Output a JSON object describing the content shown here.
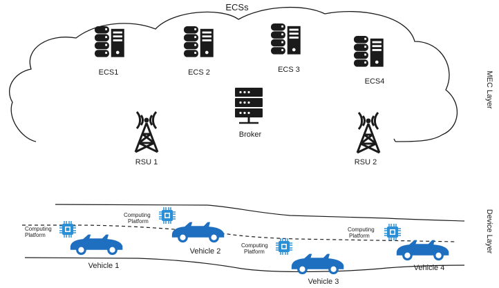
{
  "colors": {
    "cloud_stroke": "#1a1a1a",
    "icon_dark": "#1b1b1b",
    "car_blue": "#1e6fbf",
    "chip_blue": "#2b8fd6",
    "road": "#1a1a1a"
  },
  "mec": {
    "cloud_title": "ECSs",
    "layer_label": "MEC Layer",
    "servers": [
      {
        "label": "ECS1",
        "icon": "server-stack-icon"
      },
      {
        "label": "ECS 2",
        "icon": "server-stack-icon"
      },
      {
        "label": "ECS 3",
        "icon": "server-stack-icon"
      },
      {
        "label": "ECS4",
        "icon": "server-stack-icon"
      }
    ],
    "broker": {
      "label": "Broker",
      "icon": "network-server-icon"
    },
    "rsus": [
      {
        "label": "RSU 1",
        "icon": "antenna-tower-icon"
      },
      {
        "label": "RSU 2",
        "icon": "antenna-tower-icon"
      }
    ]
  },
  "device": {
    "layer_label": "Device Layer",
    "vehicles": [
      {
        "label": "Vehicle 1",
        "icon": "car-icon"
      },
      {
        "label": "Vehicle 2",
        "icon": "car-icon"
      },
      {
        "label": "Vehicle 3",
        "icon": "car-icon"
      },
      {
        "label": "Vehicle 4",
        "icon": "car-icon"
      }
    ],
    "platforms": [
      {
        "line1": "Computing",
        "line2": "Platform",
        "icon": "chip-icon"
      },
      {
        "line1": "Computing",
        "line2": "Platform",
        "icon": "chip-icon"
      },
      {
        "line1": "Computing",
        "line2": "Platform",
        "icon": "chip-icon"
      },
      {
        "line1": "Computing",
        "line2": "Platform",
        "icon": "chip-icon"
      }
    ]
  }
}
